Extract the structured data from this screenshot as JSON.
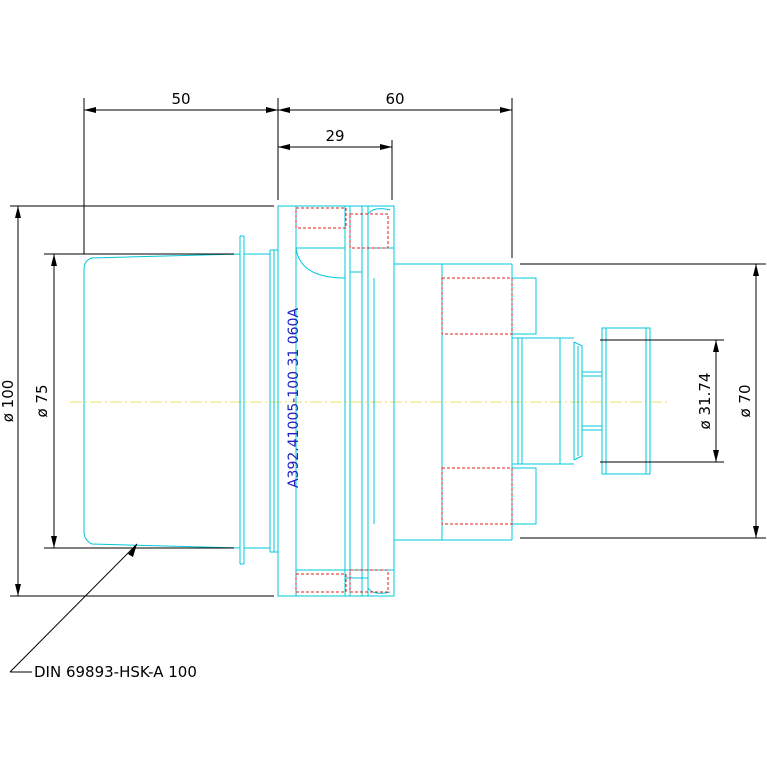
{
  "dimensions": {
    "d50": "50",
    "d60": "60",
    "d29": "29",
    "dia100": "ø 100",
    "dia75": "ø 75",
    "dia70": "ø 70",
    "dia3174": "ø 31.74"
  },
  "labels": {
    "part_number": "A392.41005-100 31 060A",
    "standard": "DIN 69893-HSK-A 100"
  },
  "colors": {
    "outline": "#00c8d8",
    "hidden_lines": "#e02020",
    "center_line": "#e8e060",
    "dimension": "#000000",
    "part_text": "#2020c0"
  }
}
